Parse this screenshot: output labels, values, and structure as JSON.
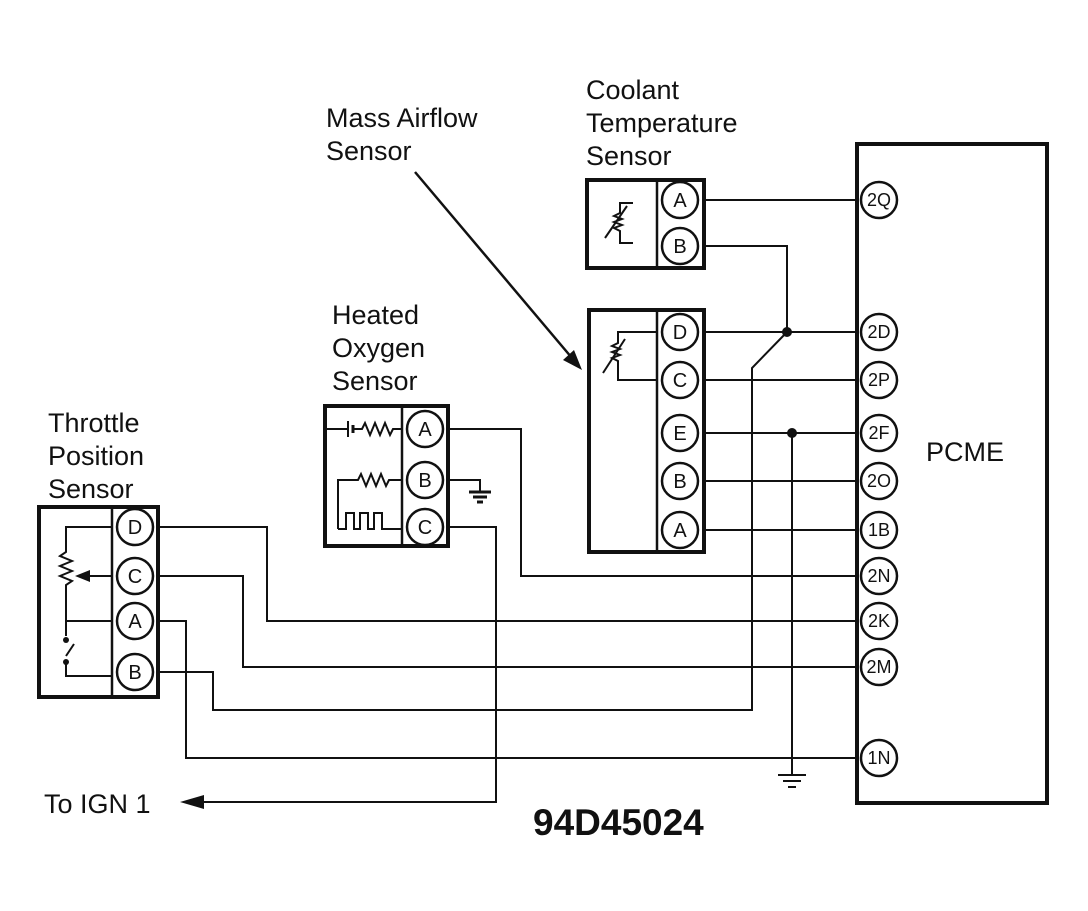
{
  "components": {
    "coolant": {
      "label_lines": [
        "Coolant",
        "Temperature",
        "Sensor"
      ],
      "pins": [
        "A",
        "B"
      ]
    },
    "maf": {
      "label_lines": [
        "Mass Airflow",
        "Sensor"
      ],
      "pins": [
        "D",
        "C",
        "E",
        "B",
        "A"
      ]
    },
    "ho2s": {
      "label_lines": [
        "Heated",
        "Oxygen",
        "Sensor"
      ],
      "pins": [
        "A",
        "B",
        "C"
      ]
    },
    "tps": {
      "label_lines": [
        "Throttle",
        "Position",
        "Sensor"
      ],
      "pins": [
        "D",
        "C",
        "A",
        "B"
      ]
    },
    "pcme": {
      "label": "PCME",
      "pins": [
        "2Q",
        "2D",
        "2P",
        "2F",
        "2O",
        "1B",
        "2N",
        "2K",
        "2M",
        "1N"
      ]
    }
  },
  "ign_label": "To IGN 1",
  "figure_code": "94D45024"
}
